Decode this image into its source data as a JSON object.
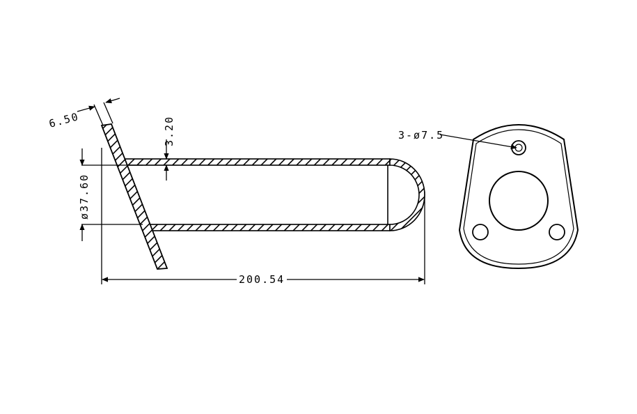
{
  "dimensions": {
    "wall_thickness": "6.50",
    "hatch_thickness": "3.20",
    "tube_diameter": "ø37.60",
    "total_length": "200.54",
    "hole_spec": "3-ø7.5"
  },
  "colors": {
    "line": "#000000",
    "background": "#ffffff"
  }
}
